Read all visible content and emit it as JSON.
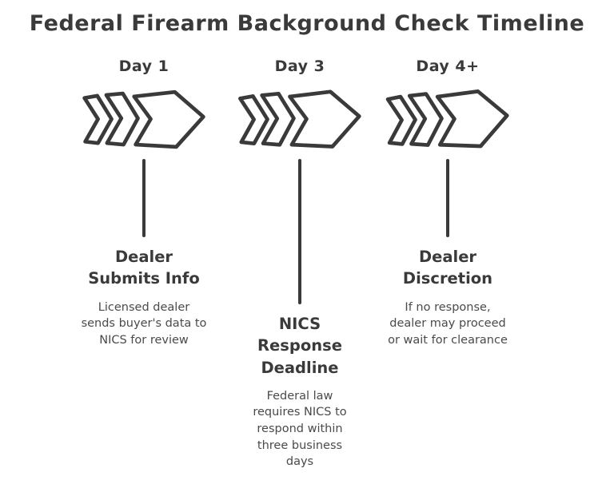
{
  "title": "Federal Firearm Background Check Timeline",
  "stages": [
    {
      "day": "Day 1",
      "icon": "triple-chevron-arrow-icon",
      "heading": "Dealer Submits Info",
      "description": "Licensed dealer sends buyer's data to NICS for review"
    },
    {
      "day": "Day 3",
      "icon": "triple-chevron-arrow-icon",
      "heading": "NICS Response Deadline",
      "description": "Federal law requires NICS to respond within three business days"
    },
    {
      "day": "Day 4+",
      "icon": "triple-chevron-arrow-icon",
      "heading": "Dealer Discretion",
      "description": "If no response, dealer may proceed or wait for clearance"
    }
  ],
  "colors": {
    "ink": "#3a3a3a",
    "text": "#4a4a4a",
    "background": "#ffffff"
  }
}
